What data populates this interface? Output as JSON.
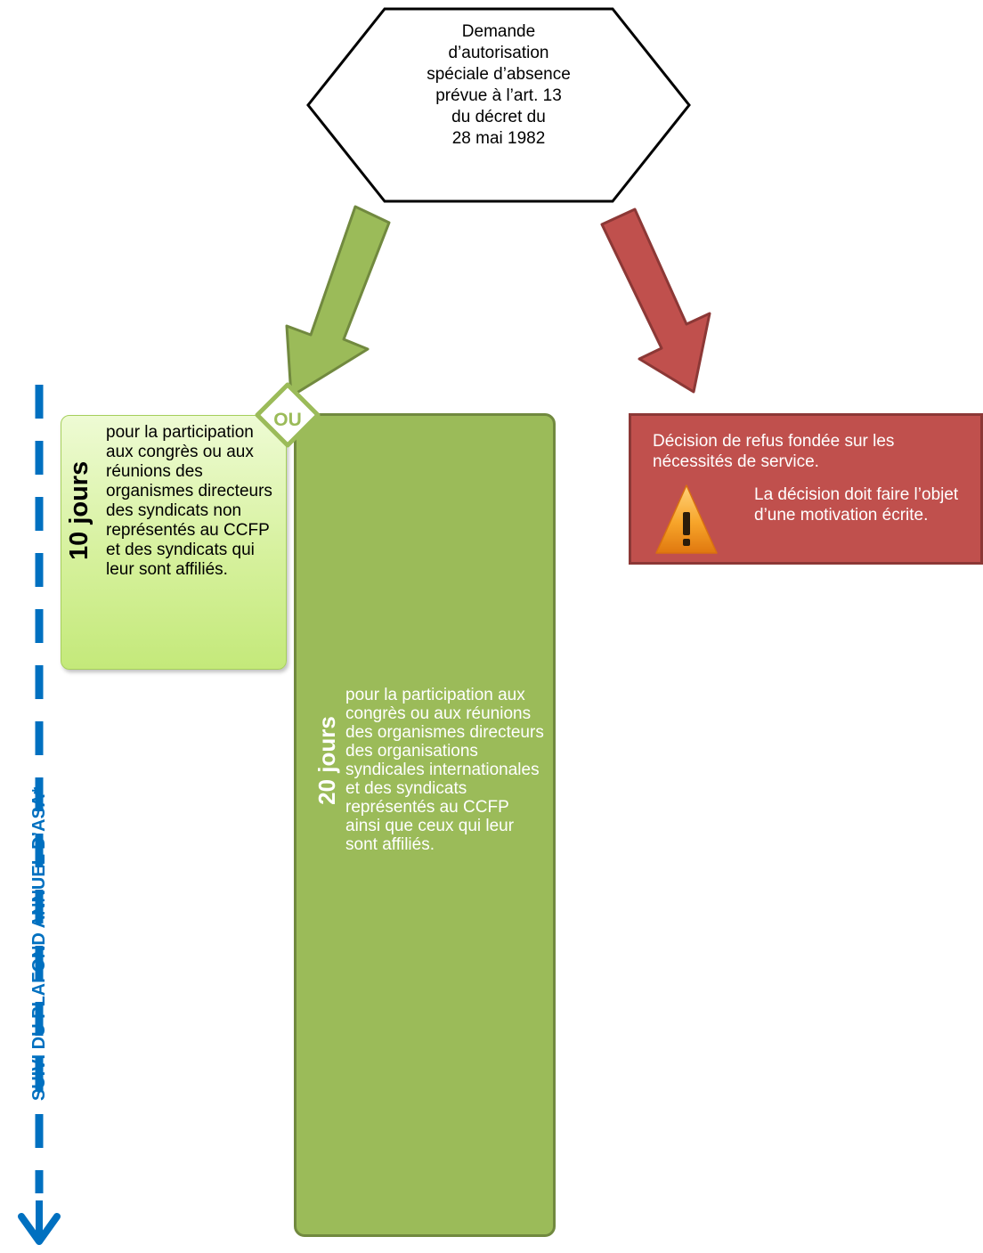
{
  "hexagon": {
    "lines": [
      "Demande",
      "d’autorisation",
      "spéciale d’absence",
      "prévue à l’art. 13",
      "du décret du",
      "28 mai 1982"
    ]
  },
  "connector": {
    "label": "OU"
  },
  "option_10": {
    "days": "10 jours",
    "description": "pour la participation aux congrès ou aux réunions des organismes directeurs des syndicats non représentés au CCFP et des syndicats qui leur sont affiliés."
  },
  "option_20": {
    "days": "20 jours",
    "description": "pour la participation aux congrès ou aux réunions des organismes directeurs des organisations syndicales internationales et des syndicats représentés au CCFP ainsi que ceux qui leur sont affiliés."
  },
  "refusal": {
    "text": "Décision de refus fondée sur les nécessités de service.",
    "warning": "La décision doit faire l’objet d’une motivation écrite."
  },
  "side_axis": {
    "label": "SUIVI DU PLAFOND ANNUEL D’ASA*"
  },
  "colors": {
    "green_arrow": "#9bbb59",
    "green_dark": "#71893f",
    "light_green": "#d6f19d",
    "red": "#c0504d",
    "blue": "#0070c0",
    "warning_orange": "#f5a623"
  },
  "icons": {
    "warning": "warning-triangle-icon",
    "axis_arrow": "arrow-down-icon"
  }
}
